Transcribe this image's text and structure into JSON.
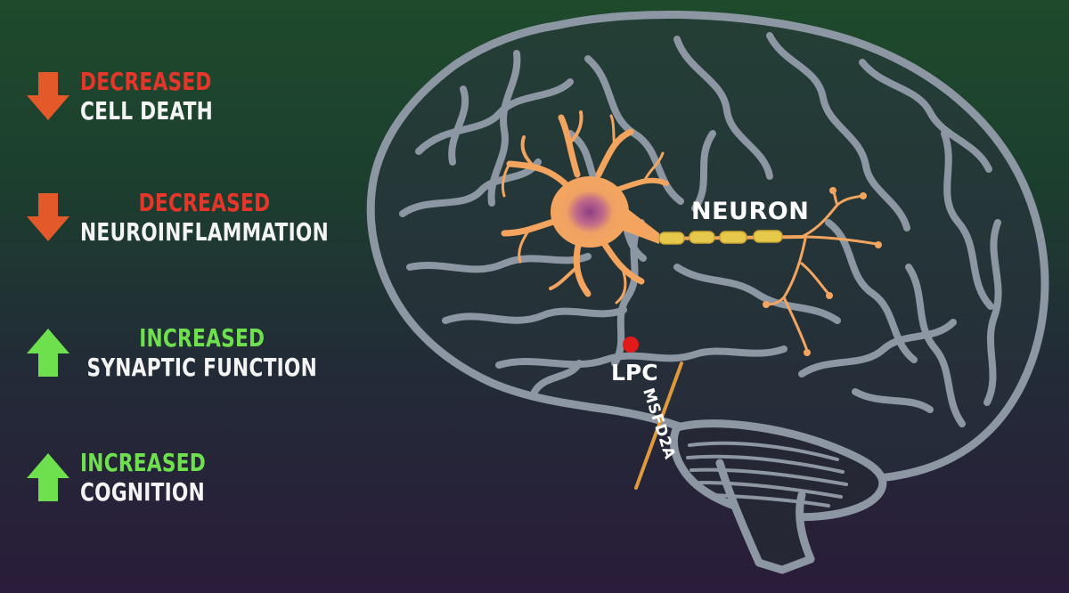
{
  "colors": {
    "decrease": "#e4372a",
    "increase": "#6ee04d",
    "text": "#f4f4f4",
    "brain_outline": "#8d97a3",
    "neuron_body": "#f3a55f",
    "axon_segment": "#e6c84a",
    "lpc_dot": "#e21a1a",
    "msfd2a_line": "#e09a3c"
  },
  "effects": [
    {
      "direction": "down",
      "icon": "arrow-down-icon",
      "qualifier": "DECREASED",
      "text": "CELL DEATH",
      "layout": "inline"
    },
    {
      "direction": "down",
      "icon": "arrow-down-icon",
      "qualifier": "DECREASED",
      "text": "NEUROINFLAMMATION",
      "layout": "stacked"
    },
    {
      "direction": "up",
      "icon": "arrow-up-icon",
      "qualifier": "INCREASED",
      "text": "SYNAPTIC FUNCTION",
      "layout": "stacked"
    },
    {
      "direction": "up",
      "icon": "arrow-up-icon",
      "qualifier": "INCREASED",
      "text": "COGNITION",
      "layout": "inline"
    }
  ],
  "diagram": {
    "neuron_label": "NEURON",
    "lpc_label": "LPC",
    "transporter_label": "MSFD2A"
  }
}
